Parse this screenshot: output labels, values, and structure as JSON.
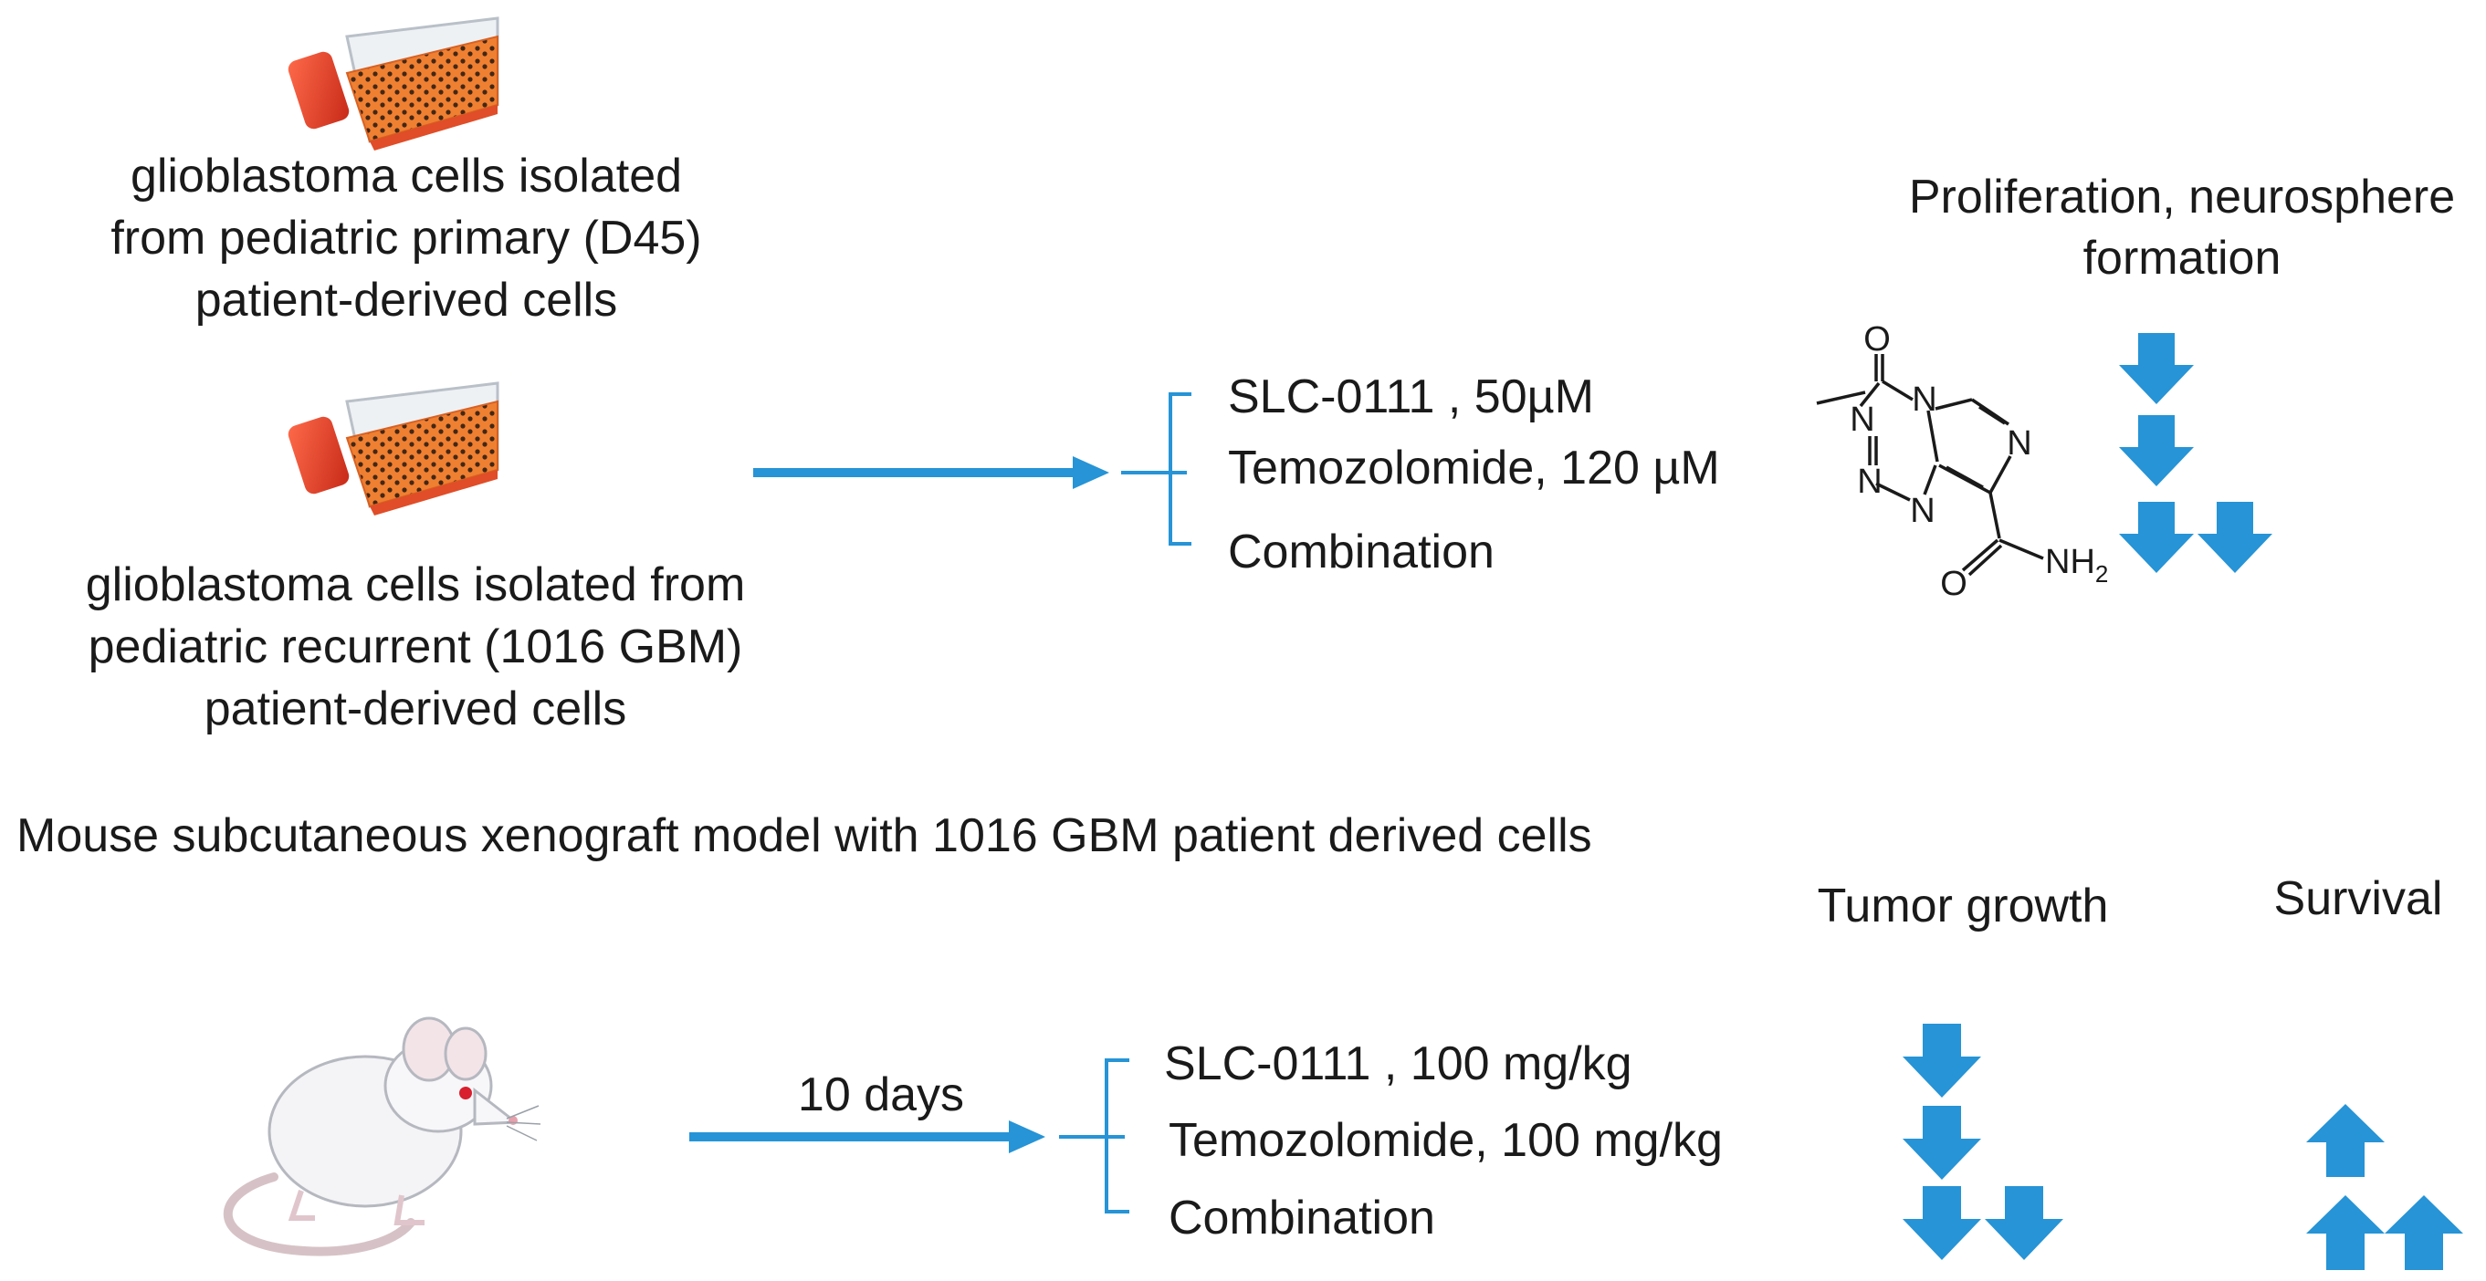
{
  "cells": {
    "primary_lines": [
      "glioblastoma cells isolated",
      "from pediatric primary (D45)",
      "patient-derived cells"
    ],
    "recurrent_lines": [
      "glioblastoma cells isolated from",
      "pediatric recurrent (1016 GBM)",
      "patient-derived cells"
    ]
  },
  "in_vitro_treatments": [
    "SLC-0111 , 50µM",
    "Temozolomide, 120 µM",
    "Combination"
  ],
  "temozolomide_structure": {
    "atom_o": "O",
    "atom_n3": "N",
    "atom_n2": "N",
    "atom_n1": "N",
    "atom_n4": "N",
    "atom_n5": "N",
    "atom_o2": "O",
    "atom_nh2": "NH",
    "atom_nh2_sub": "2"
  },
  "in_vitro_outcome_lines": [
    "Proliferation, neurosphere",
    "formation"
  ],
  "xenograft_title": "Mouse subcutaneous xenograft model with 1016 GBM patient derived cells",
  "in_vivo_duration": "10 days",
  "in_vivo_treatments": [
    "SLC-0111 , 100 mg/kg",
    "Temozolomide, 100 mg/kg",
    "Combination"
  ],
  "in_vivo_outcomes": {
    "tumor": "Tumor growth",
    "survival": "Survival"
  },
  "colors": {
    "arrow": "#2694d6",
    "flask_cells": "#f07a28",
    "flask_cap": "#e8452c"
  }
}
